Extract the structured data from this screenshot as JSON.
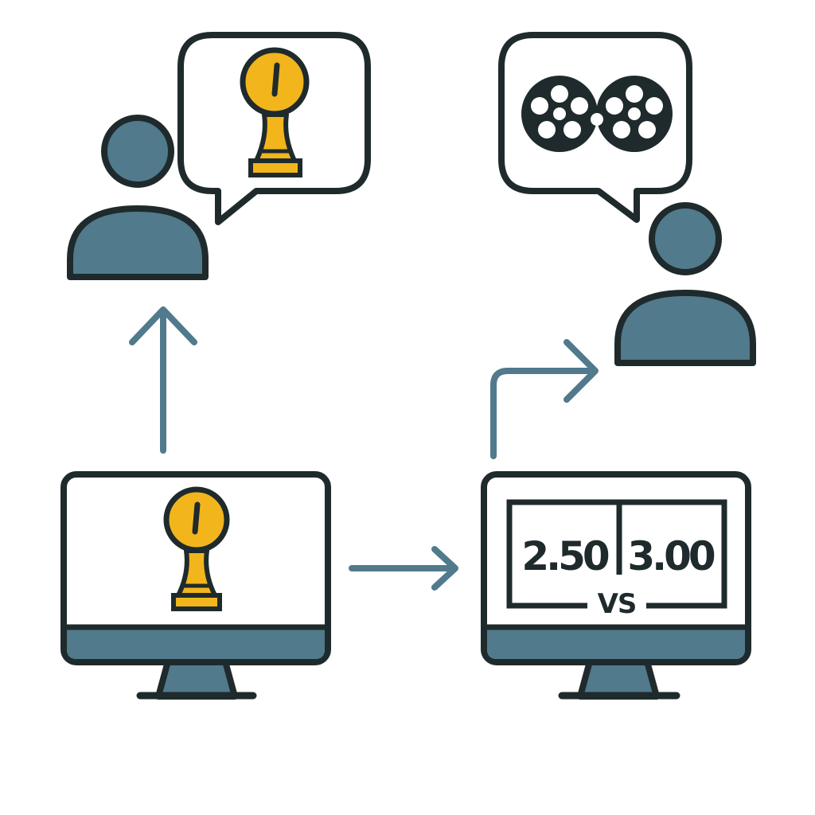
{
  "colors": {
    "outline": "#1f2a2c",
    "person": "#517a8c",
    "arrow": "#517a8c",
    "gold": "#f2b51c",
    "white": "#ffffff"
  },
  "icons": {
    "trophy": "trophy-icon",
    "film_reel": "film-reel-icon",
    "person": "person-icon",
    "monitor": "monitor-icon"
  },
  "odds_display": {
    "left_value": "2.50",
    "right_value": "3.00",
    "separator": "VS"
  }
}
